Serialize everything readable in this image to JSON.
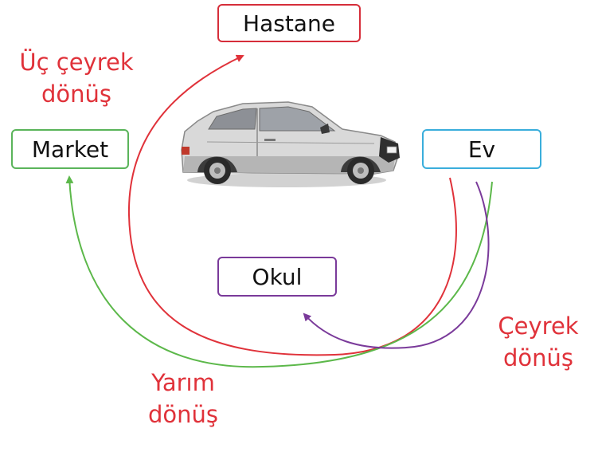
{
  "colors": {
    "hastane": "#d62e3a",
    "market": "#5ab45a",
    "ev": "#3aaedc",
    "okul": "#7a3a9a",
    "red_arrow": "#e0323a",
    "green_arrow": "#5cb84a",
    "purple_arrow": "#7a3a9a",
    "caption": "#e0323a"
  },
  "places": {
    "hastane": "Hastane",
    "market": "Market",
    "ev": "Ev",
    "okul": "Okul"
  },
  "captions": {
    "three_quarter": [
      "Üç çeyrek",
      "dönüş"
    ],
    "quarter": [
      "Çeyrek",
      "dönüş"
    ],
    "half": [
      "Yarım",
      "dönüş"
    ]
  },
  "illustration": "car"
}
